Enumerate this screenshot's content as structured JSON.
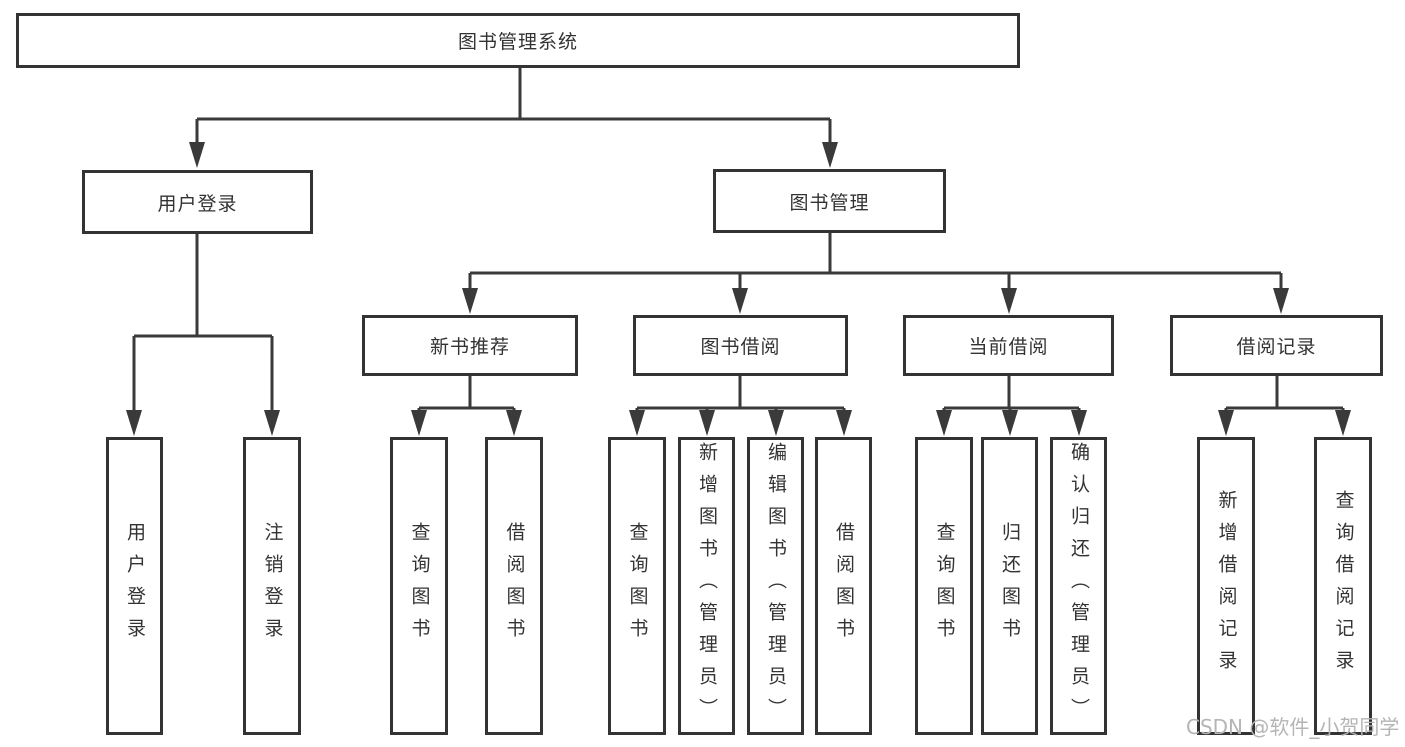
{
  "diagram": {
    "root": {
      "label": "图书管理系统",
      "children": [
        {
          "label": "用户登录",
          "children": [
            {
              "label": "用户登录"
            },
            {
              "label": "注销登录"
            }
          ]
        },
        {
          "label": "图书管理",
          "children": [
            {
              "label": "新书推荐",
              "children": [
                {
                  "label": "查询图书"
                },
                {
                  "label": "借阅图书"
                }
              ]
            },
            {
              "label": "图书借阅",
              "children": [
                {
                  "label": "查询图书"
                },
                {
                  "label": "新增图书（管理员）"
                },
                {
                  "label": "编辑图书（管理员）"
                },
                {
                  "label": "借阅图书"
                }
              ]
            },
            {
              "label": "当前借阅",
              "children": [
                {
                  "label": "查询图书"
                },
                {
                  "label": "归还图书"
                },
                {
                  "label": "确认归还（管理员）"
                }
              ]
            },
            {
              "label": "借阅记录",
              "children": [
                {
                  "label": "新增借阅记录"
                },
                {
                  "label": "查询借阅记录"
                }
              ]
            }
          ]
        }
      ]
    }
  },
  "watermark": {
    "text": "CSDN @软件_小贺同学"
  },
  "colors": {
    "line": "#3a3a3a",
    "box_border": "#333333",
    "text": "#333333",
    "background": "#ffffff",
    "watermark": "#b5b5b5"
  }
}
